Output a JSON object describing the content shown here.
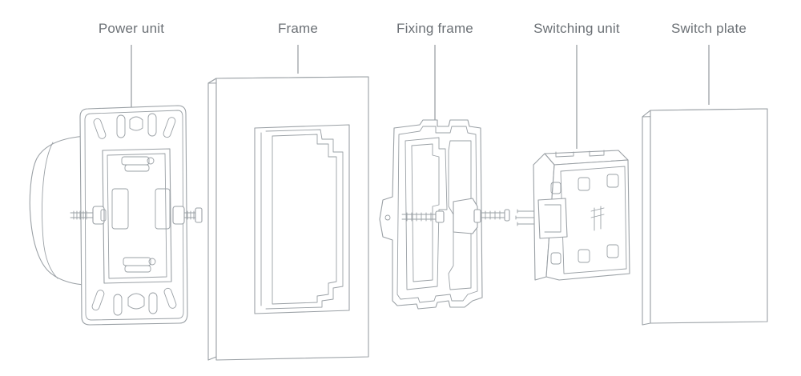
{
  "labels": {
    "power_unit": "Power unit",
    "frame": "Frame",
    "fixing_frame": "Fixing frame",
    "switching_unit": "Switching unit",
    "switch_plate": "Switch plate"
  },
  "colors": {
    "line": "#9aa0a5",
    "label": "#6b7075",
    "background": "#ffffff"
  }
}
